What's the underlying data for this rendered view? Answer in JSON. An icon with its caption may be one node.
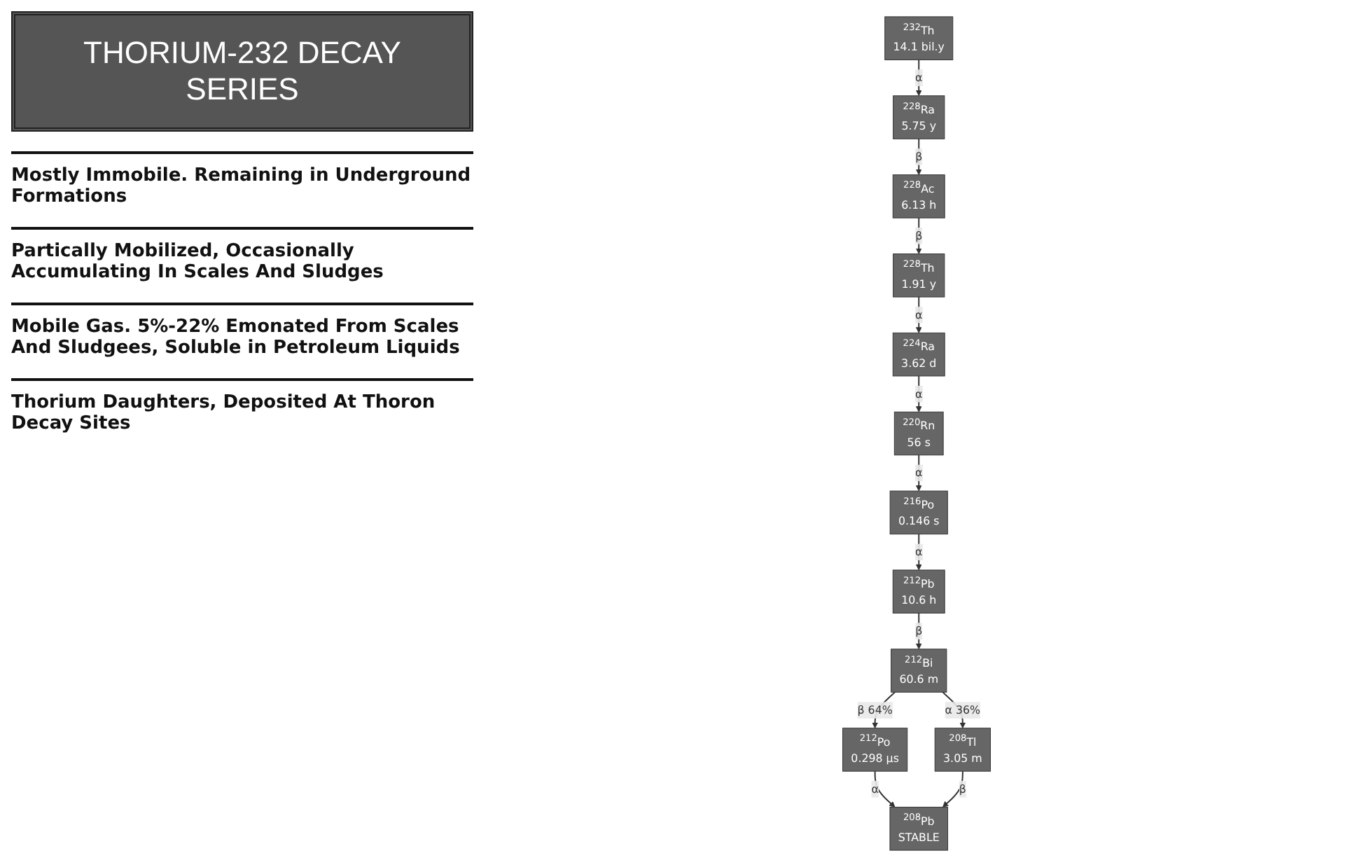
{
  "diagram": {
    "title": "THORIUM-232 DECAY SERIES",
    "nodes": [
      {
        "text": [
          "$^{232}$Th",
          "14.1 bil.y"
        ]
      },
      {
        "text": [
          "$^{228}$Ra",
          "5.75 y"
        ]
      },
      {
        "text": [
          "$^{228}$Ac",
          "6.13 h"
        ]
      },
      {
        "text": [
          "$^{228}$Th",
          "1.91 y"
        ]
      },
      {
        "text": [
          "$^{224}$Ra",
          "3.62 d"
        ]
      },
      {
        "text": [
          "$^{220}$Rn",
          "56 s"
        ]
      },
      {
        "text": [
          "$^{216}$Po",
          "0.146 s"
        ]
      },
      {
        "text": [
          "$^{212}$Pb",
          "10.6 h"
        ]
      },
      {
        "text": [
          "$^{212}$Bi",
          "60.6 m"
        ]
      },
      {
        "text": [
          "$^{212}$Po",
          "0.298 µs"
        ]
      },
      {
        "text": [
          "$^{208}$Tl",
          "3.05 m"
        ]
      },
      {
        "text": [
          "$^{208}$Pb",
          "STABLE"
        ]
      }
    ],
    "edges": [
      {
        "from": 0,
        "to": 1,
        "arrow": "to",
        "label": "α"
      },
      {
        "from": 1,
        "to": 2,
        "arrow": "to",
        "label": "β"
      },
      {
        "from": 2,
        "to": 3,
        "arrow": "to",
        "label": "β"
      },
      {
        "from": 3,
        "to": 4,
        "arrow": "to",
        "label": "α"
      },
      {
        "from": 4,
        "to": 5,
        "arrow": "to",
        "label": "α"
      },
      {
        "from": 5,
        "to": 6,
        "arrow": "to",
        "label": "α"
      },
      {
        "from": 6,
        "to": 7,
        "arrow": "to",
        "label": "α"
      },
      {
        "from": 7,
        "to": 8,
        "arrow": "to",
        "label": "β"
      },
      {
        "from": 8,
        "to": 9,
        "arrow": "to",
        "label": "β 64%"
      },
      {
        "from": 8,
        "to": 10,
        "arrow": "to",
        "label": "α 36%"
      },
      {
        "from": 9,
        "to": 11,
        "arrow": "to",
        "label": "α"
      },
      {
        "from": 10,
        "to": 11,
        "arrow": "to",
        "label": "β"
      }
    ],
    "labels": [
      "Mostly Immobile. Remaining in Underground Formations",
      "Partically Mobilized, Occasionally Accumulating In Scales And Sludges",
      "Mobile Gas. 5%-22% Emonated From Scales And Sludgees, Soluble in Petroleum Liquids",
      "Thorium Daughters, Deposited At Thoron Decay Sites"
    ]
  }
}
